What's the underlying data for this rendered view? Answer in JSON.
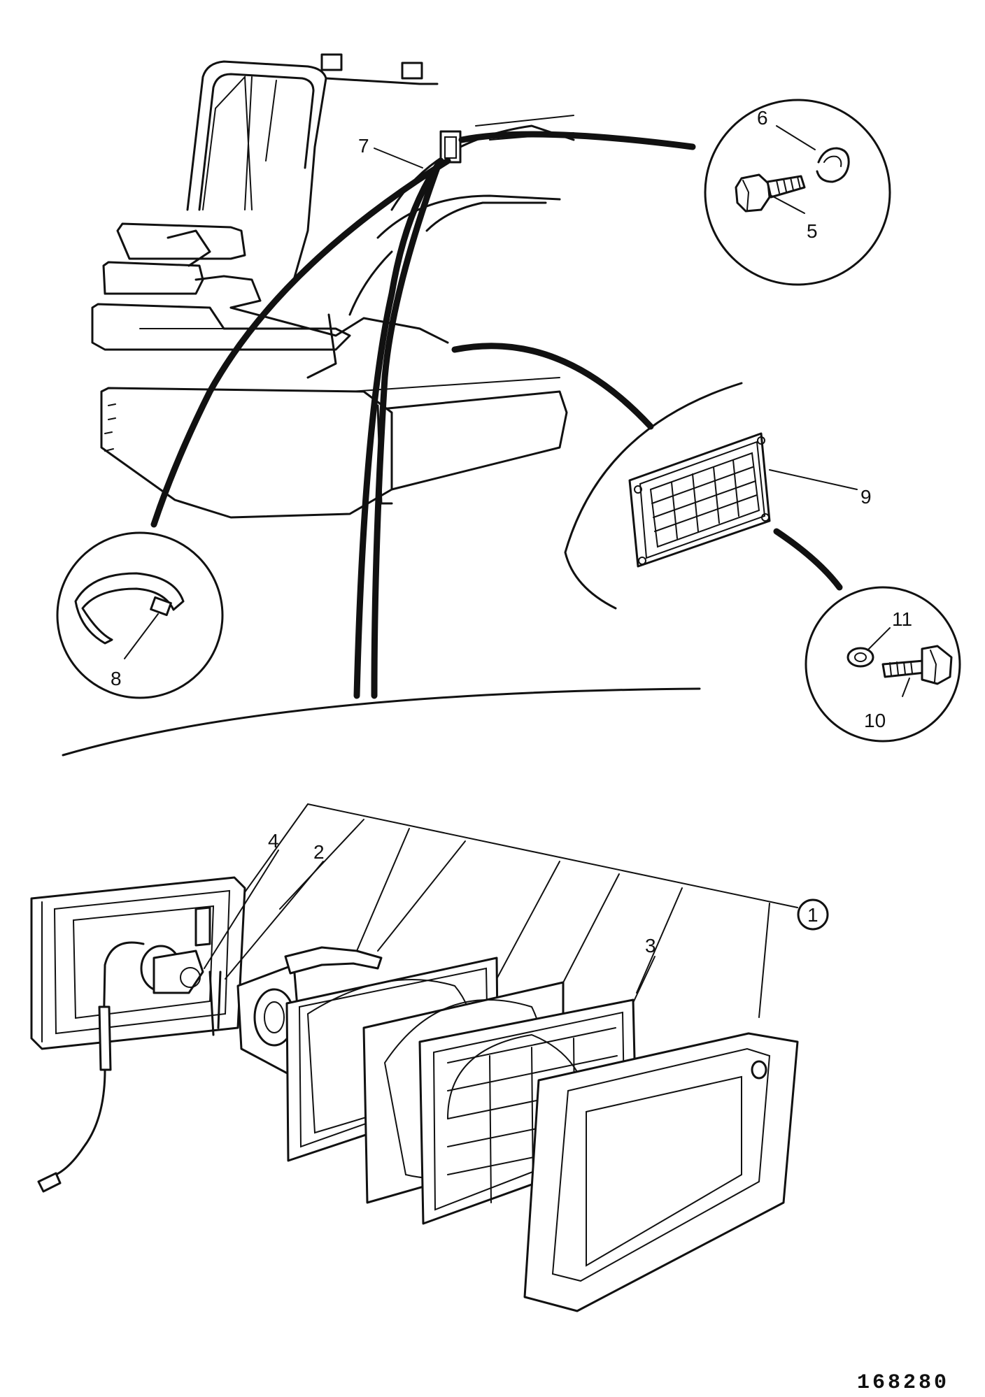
{
  "labels": {
    "p1": "1",
    "p2": "2",
    "p3": "3",
    "p4": "4",
    "p5": "5",
    "p6": "6",
    "p7": "7",
    "p8": "8",
    "p9": "9",
    "p10": "10",
    "p11": "11"
  },
  "reference_number": "168280"
}
